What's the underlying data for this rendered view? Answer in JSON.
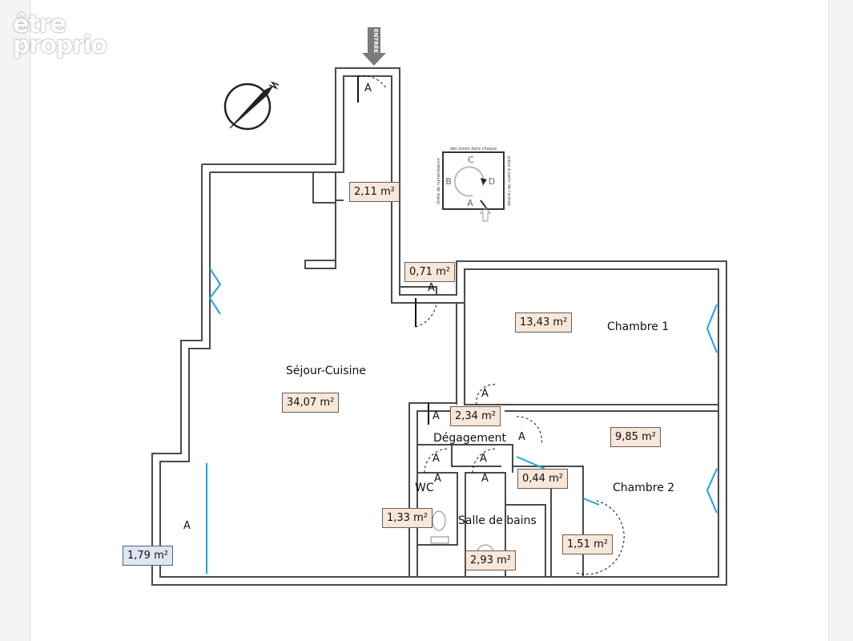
{
  "brand": {
    "line1": "être",
    "line2": "proprio"
  },
  "entrance_label": "ENTRÉE",
  "legend": {
    "caption_top": "des zones dans chaque",
    "caption_left": "Ordre de numérotation",
    "caption_right": "pièce à partir de l'entrée",
    "zones": [
      "A",
      "B",
      "C",
      "D"
    ]
  },
  "rooms": [
    {
      "key": "sejour",
      "name": "Séjour-Cuisine",
      "area": "34,07 m²"
    },
    {
      "key": "chambre1",
      "name": "Chambre 1",
      "area": "13,43 m²"
    },
    {
      "key": "chambre2",
      "name": "Chambre 2",
      "area": "9,85 m²"
    },
    {
      "key": "degagement",
      "name": "Dégagement",
      "area": "2,34 m²"
    },
    {
      "key": "wc",
      "name": "WC",
      "area": "1,33 m²"
    },
    {
      "key": "sdb",
      "name": "Salle de bains",
      "area": "2,93 m²"
    },
    {
      "key": "entree",
      "name": "",
      "area": "2,11 m²"
    },
    {
      "key": "placard1",
      "name": "",
      "area": "0,71 m²"
    },
    {
      "key": "placard2",
      "name": "",
      "area": "0,44 m²"
    },
    {
      "key": "placard3",
      "name": "",
      "area": "1,51 m²"
    },
    {
      "key": "balcon",
      "name": "",
      "area": "1,79 m²"
    }
  ],
  "door_marker": "A",
  "colors": {
    "wall": "#4a4a4a",
    "window": "#1aa6d6",
    "area_bg": "#f7e7d9",
    "area_blue_bg": "#dfe6f3"
  }
}
